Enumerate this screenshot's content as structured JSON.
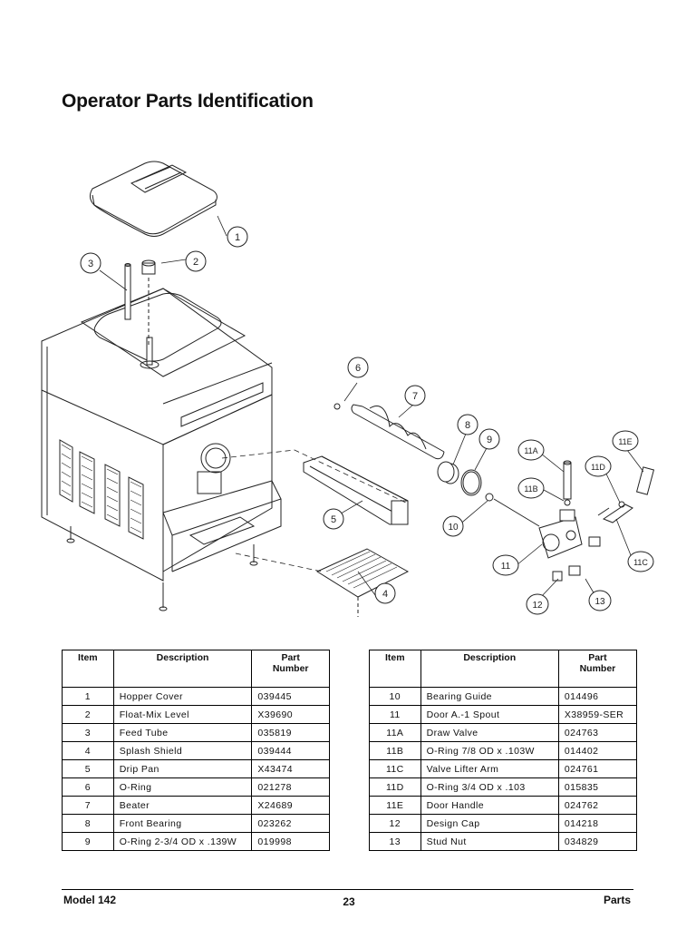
{
  "page": {
    "title": "Operator Parts Identification"
  },
  "callouts": [
    "1",
    "2",
    "3",
    "4",
    "5",
    "6",
    "7",
    "8",
    "9",
    "10",
    "11",
    "11A",
    "11B",
    "11C",
    "11D",
    "11E",
    "12",
    "13"
  ],
  "table": {
    "headers": {
      "item": "Item",
      "description": "Description",
      "part_number": [
        "Part",
        "Number"
      ]
    },
    "left_rows": [
      {
        "item": "1",
        "description": "Hopper Cover",
        "part": "039445"
      },
      {
        "item": "2",
        "description": "Float-Mix Level",
        "part": "X39690"
      },
      {
        "item": "3",
        "description": "Feed Tube",
        "part": "035819"
      },
      {
        "item": "4",
        "description": "Splash Shield",
        "part": "039444"
      },
      {
        "item": "5",
        "description": "Drip Pan",
        "part": "X43474"
      },
      {
        "item": "6",
        "description": "O-Ring",
        "part": "021278"
      },
      {
        "item": "7",
        "description": "Beater",
        "part": "X24689"
      },
      {
        "item": "8",
        "description": "Front Bearing",
        "part": "023262"
      },
      {
        "item": "9",
        "description": "O-Ring 2-3/4 OD x .139W",
        "part": "019998"
      }
    ],
    "right_rows": [
      {
        "item": "10",
        "description": "Bearing Guide",
        "part": "014496"
      },
      {
        "item": "11",
        "description": "Door A.-1 Spout",
        "part": "X38959-SER"
      },
      {
        "item": "11A",
        "description": "Draw Valve",
        "part": "024763"
      },
      {
        "item": "11B",
        "description": "O-Ring 7/8 OD x .103W",
        "part": "014402"
      },
      {
        "item": "11C",
        "description": "Valve Lifter Arm",
        "part": "024761"
      },
      {
        "item": "11D",
        "description": "O-Ring 3/4 OD x .103",
        "part": "015835"
      },
      {
        "item": "11E",
        "description": "Door Handle",
        "part": "024762"
      },
      {
        "item": "12",
        "description": "Design Cap",
        "part": "014218"
      },
      {
        "item": "13",
        "description": "Stud Nut",
        "part": "034829"
      }
    ]
  },
  "footer": {
    "model": "Model 142",
    "page_number": "23",
    "section": "Parts"
  }
}
